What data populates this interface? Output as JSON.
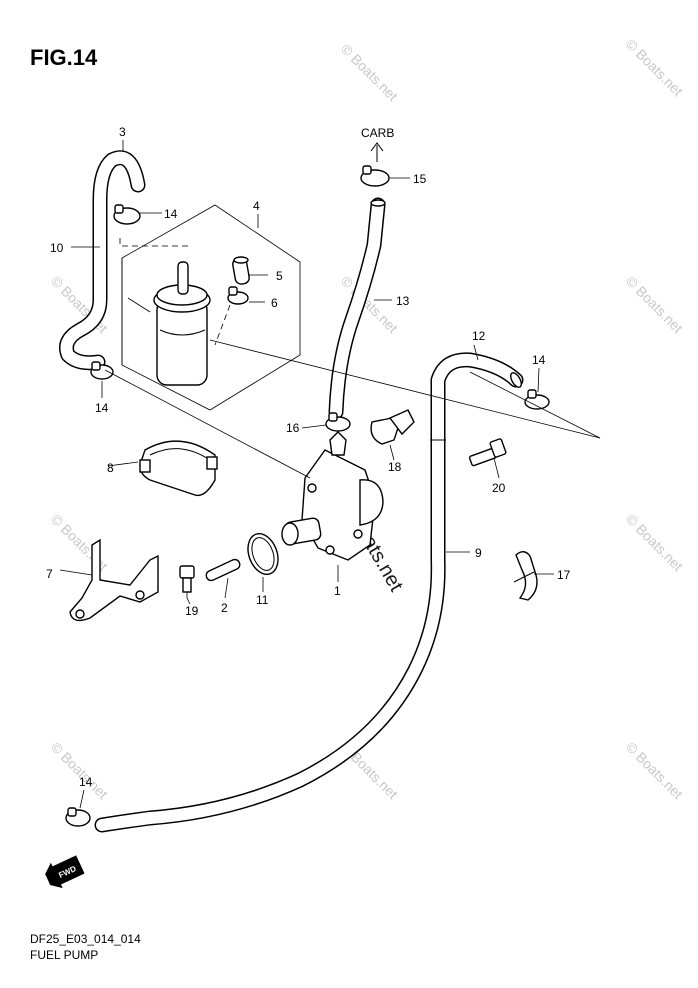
{
  "figure": {
    "title": "FIG.14",
    "code": "DF25_E03_014_014",
    "name": "FUEL PUMP",
    "direction_label": "CARB",
    "fwd_label": "FWD"
  },
  "callouts": [
    {
      "id": "c1",
      "label": "1"
    },
    {
      "id": "c2",
      "label": "2"
    },
    {
      "id": "c3",
      "label": "3"
    },
    {
      "id": "c4",
      "label": "4"
    },
    {
      "id": "c5",
      "label": "5"
    },
    {
      "id": "c6",
      "label": "6"
    },
    {
      "id": "c7",
      "label": "7"
    },
    {
      "id": "c8",
      "label": "8"
    },
    {
      "id": "c9",
      "label": "9"
    },
    {
      "id": "c10",
      "label": "10"
    },
    {
      "id": "c11",
      "label": "11"
    },
    {
      "id": "c12",
      "label": "12"
    },
    {
      "id": "c13",
      "label": "13"
    },
    {
      "id": "c14a",
      "label": "14"
    },
    {
      "id": "c14b",
      "label": "14"
    },
    {
      "id": "c14c",
      "label": "14"
    },
    {
      "id": "c14d",
      "label": "14"
    },
    {
      "id": "c15",
      "label": "15"
    },
    {
      "id": "c16",
      "label": "16"
    },
    {
      "id": "c17",
      "label": "17"
    },
    {
      "id": "c18",
      "label": "18"
    },
    {
      "id": "c19",
      "label": "19"
    },
    {
      "id": "c20",
      "label": "20"
    }
  ],
  "watermark": {
    "text": "© Boats.net"
  }
}
